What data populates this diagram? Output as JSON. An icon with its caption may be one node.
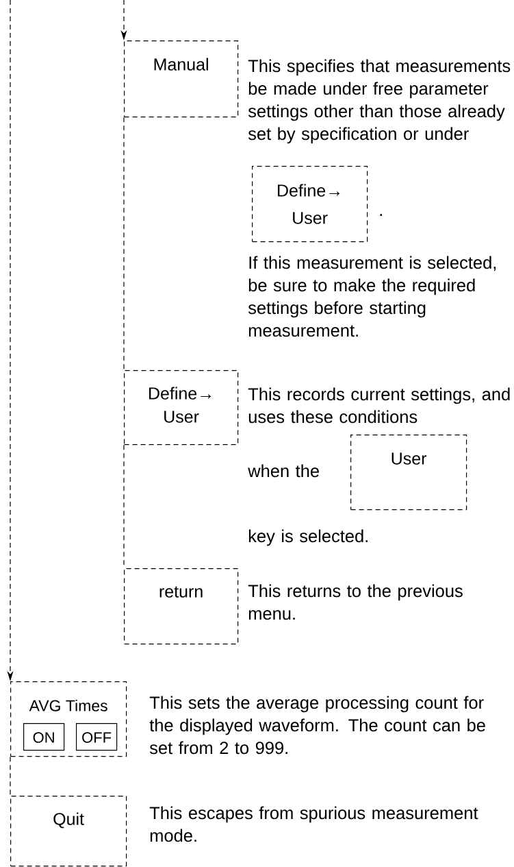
{
  "diagram": {
    "nodes": [
      {
        "text": [
          "Manual"
        ]
      },
      {
        "text": [
          "Define→ User"
        ]
      },
      {
        "text": [
          "Define→ User"
        ]
      },
      {
        "text": [
          "User"
        ]
      },
      {
        "text": [
          "return"
        ]
      },
      {
        "text": [
          "AVG Times"
        ]
      },
      {
        "text": [
          "ON"
        ],
        "in": 5
      },
      {
        "text": [
          "OFF"
        ],
        "in": 5
      },
      {
        "text": [
          "Quit"
        ]
      }
    ],
    "edges": [
      {
        "from": null,
        "to": 0,
        "arrow": "to",
        "style": "dashed"
      },
      {
        "from": 0,
        "to": 2,
        "arrow": "none",
        "style": "dashed"
      },
      {
        "from": 2,
        "to": 4,
        "arrow": "none",
        "style": "dashed"
      },
      {
        "from": null,
        "to": 5,
        "arrow": "to",
        "style": "dashed"
      },
      {
        "from": 5,
        "to": 8,
        "arrow": "none",
        "style": "dashed"
      }
    ],
    "labels": [
      "This specifies that measurements be made under free parameter settings other than those already set by specification or under",
      ".",
      "If this measurement is selected, be sure to make the required settings before starting measurement.",
      "This records current settings, and uses these conditions",
      "when the",
      "key is selected.",
      "This returns to the previous menu.",
      "This sets the average processing count for the displayed waveform. The count can be set from 2 to 999.",
      "This escapes from spurious measurement mode."
    ]
  }
}
